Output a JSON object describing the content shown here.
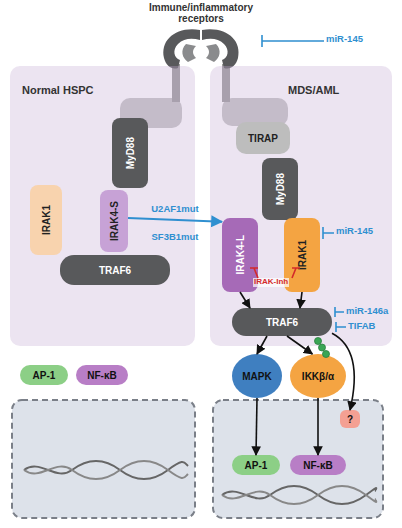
{
  "diagram": {
    "nodes": [
      {
        "text": [
          "Immune/inflammatory receptors"
        ]
      },
      {
        "text": [
          "Normal HSPC"
        ]
      },
      {
        "text": [
          "MyD88"
        ],
        "in": 1
      },
      {
        "text": [
          "IRAK1"
        ],
        "in": 1
      },
      {
        "text": [
          "IRAK4-S"
        ],
        "in": 1
      },
      {
        "text": [
          "TRAF6"
        ],
        "in": 1
      },
      {
        "text": [
          "MDS/AML"
        ]
      },
      {
        "text": [
          "TIRAP"
        ],
        "in": 6
      },
      {
        "text": [
          "MyD88"
        ],
        "in": 6
      },
      {
        "text": [
          "IRAK4-L"
        ],
        "in": 6
      },
      {
        "text": [
          "IRAK1"
        ],
        "in": 6
      },
      {
        "text": [
          "TRAF6"
        ],
        "in": 6
      },
      {
        "text": [
          "MAPK"
        ]
      },
      {
        "text": [
          "IKKβ/α"
        ]
      },
      {
        "text": [
          "?"
        ]
      },
      {
        "text": [
          "AP-1"
        ]
      },
      {
        "text": [
          "NF-κB"
        ]
      },
      {
        "text": [
          "AP-1"
        ]
      },
      {
        "text": [
          "NF-κB"
        ]
      }
    ],
    "edges": [
      {
        "from": 4,
        "to": 9,
        "arrow": "to",
        "label": "U2AF1mut"
      },
      {
        "from": 9,
        "to": 11,
        "arrow": "to"
      },
      {
        "from": 10,
        "to": 11,
        "arrow": "to"
      },
      {
        "from": 11,
        "to": 12,
        "arrow": "to"
      },
      {
        "from": 11,
        "to": 13,
        "arrow": "to"
      },
      {
        "from": 11,
        "to": 14,
        "arrow": "to"
      },
      {
        "from": 12,
        "to": 17,
        "arrow": "to"
      },
      {
        "from": 13,
        "to": 18,
        "arrow": "to"
      }
    ],
    "labels": [
      "miR-145",
      "miR-145",
      "IRAK-Inh",
      "miR-146a",
      "TIFAB",
      "SF3B1mut"
    ]
  }
}
